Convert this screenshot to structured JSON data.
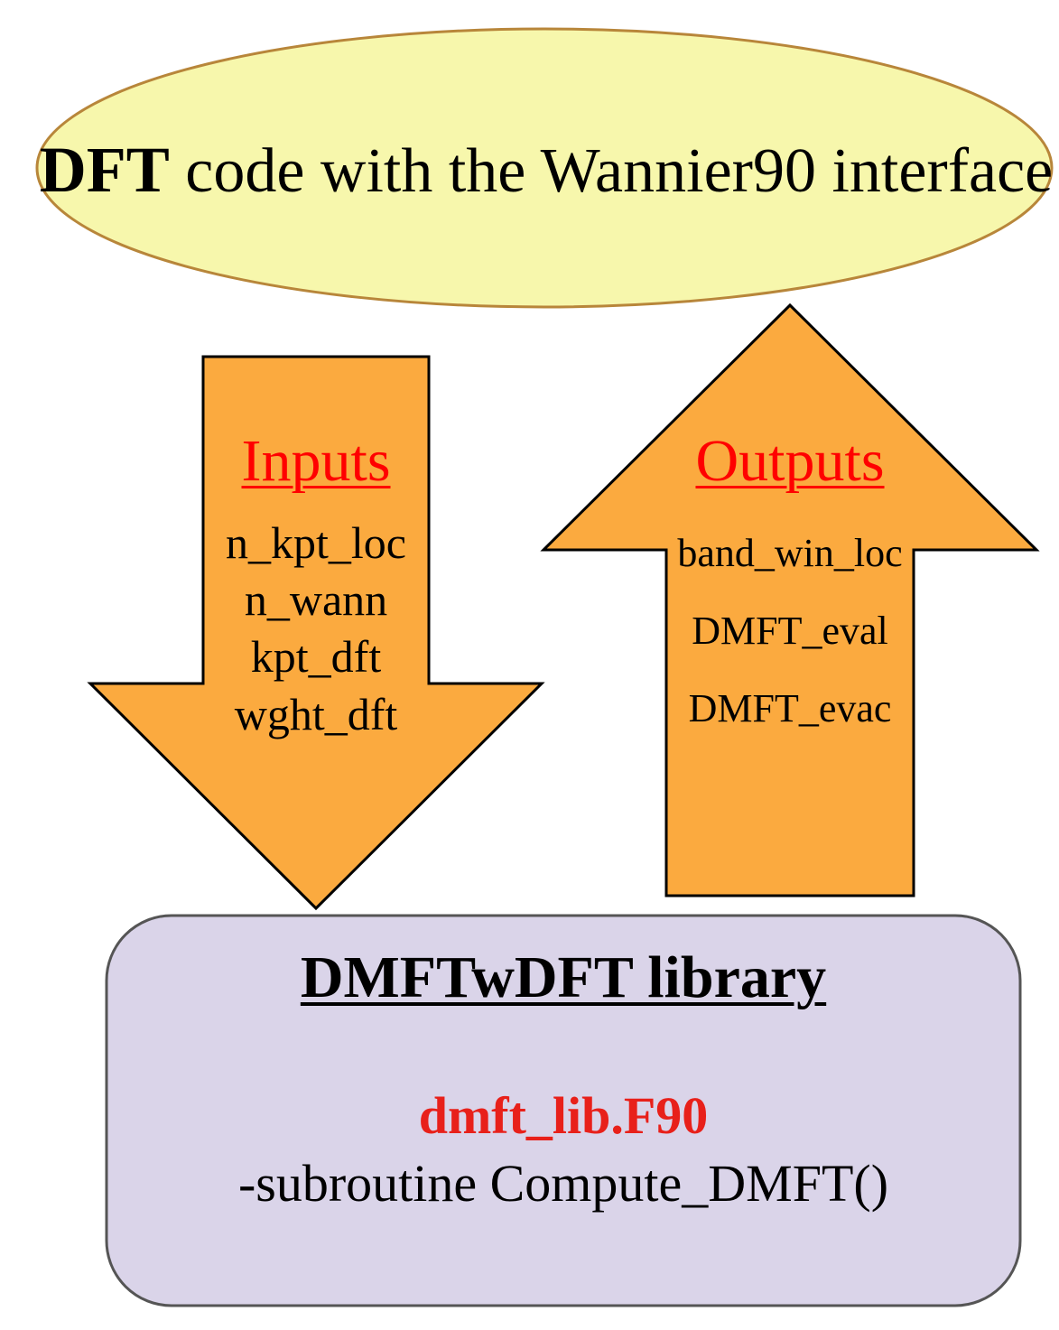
{
  "top_node": {
    "bold_text": "DFT",
    "rest_text": " code with the Wannier90 interface"
  },
  "inputs": {
    "heading": "Inputs",
    "items": [
      "n_kpt_loc",
      "n_wann",
      "kpt_dft",
      "wght_dft"
    ]
  },
  "outputs": {
    "heading": "Outputs",
    "items": [
      "band_win_loc",
      "DMFT_eval",
      "DMFT_evac"
    ]
  },
  "library": {
    "title": "DMFTwDFT  library",
    "file": "dmft_lib.F90",
    "subroutine": "-subroutine Compute_DMFT()"
  },
  "colors": {
    "ellipse_fill": "#f7f7ac",
    "ellipse_stroke": "#b8863a",
    "arrow_fill": "#fbaa3f",
    "arrow_stroke": "#000000",
    "box_fill": "#dad4e9",
    "box_stroke": "#555555",
    "heading_red": "#ff0000",
    "file_red": "#e8201a"
  }
}
